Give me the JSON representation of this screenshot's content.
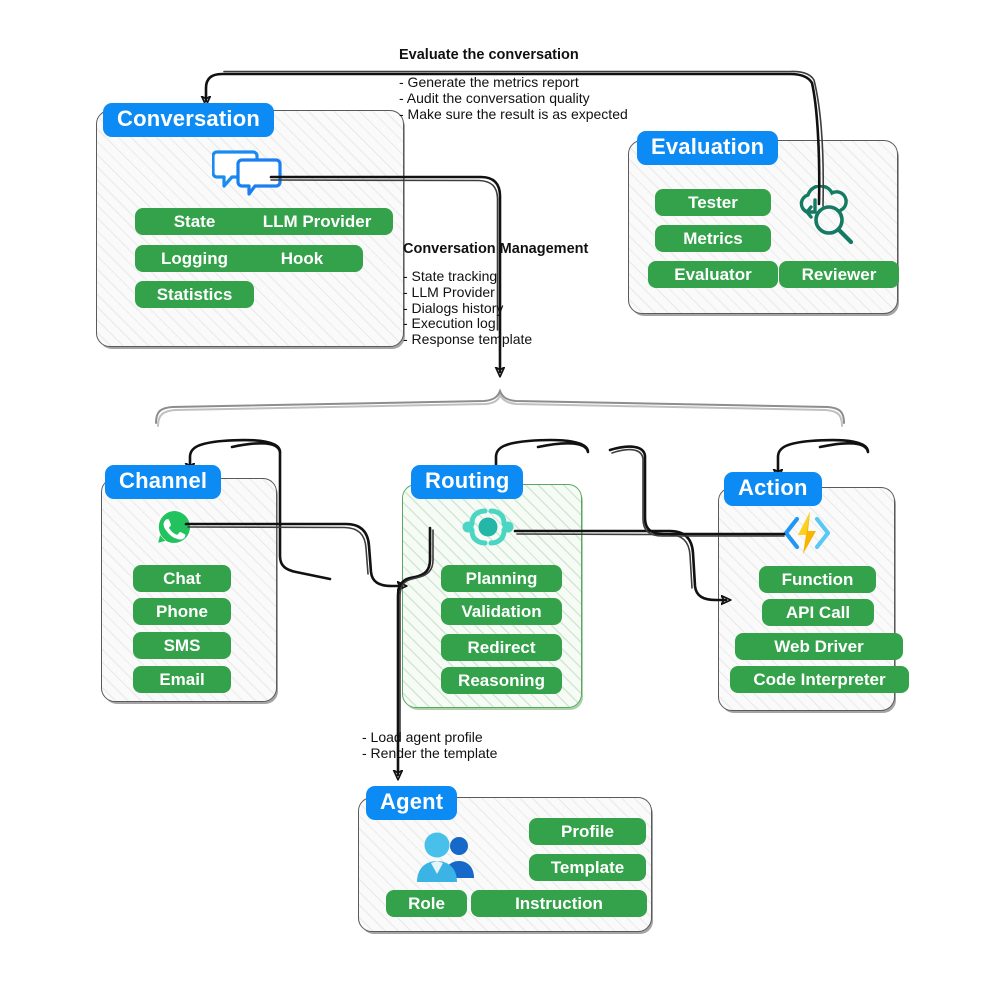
{
  "diagram": {
    "title": "Conversational AI Agent Framework Architecture",
    "colors": {
      "header_blue": "#0d8bf5",
      "pill_green": "#33a24a",
      "panel_border": "#5a5a5a",
      "routing_border": "#5aa85f",
      "connector": "#111111",
      "brace": "#8d8d8d"
    }
  },
  "panels": {
    "conversation": {
      "title": "Conversation",
      "icon": "chat-bubbles-icon",
      "pills": [
        "State",
        "LLM Provider",
        "Logging",
        "Hook",
        "Statistics"
      ]
    },
    "evaluation": {
      "title": "Evaluation",
      "icon": "cloud-magnifier-icon",
      "pills": [
        "Tester",
        "Metrics",
        "Evaluator",
        "Reviewer"
      ]
    },
    "channel": {
      "title": "Channel",
      "icon": "whatsapp-icon",
      "pills": [
        "Chat",
        "Phone",
        "SMS",
        "Email"
      ]
    },
    "routing": {
      "title": "Routing",
      "icon": "routing-node-icon",
      "pills": [
        "Planning",
        "Validation",
        "Redirect",
        "Reasoning"
      ]
    },
    "action": {
      "title": "Action",
      "icon": "code-lightning-icon",
      "pills": [
        "Function",
        "API Call",
        "Web Driver",
        "Code Interpreter"
      ]
    },
    "agent": {
      "title": "Agent",
      "icon": "users-icon",
      "pills": [
        "Profile",
        "Template",
        "Role",
        "Instruction"
      ]
    }
  },
  "annotations": {
    "evaluate": {
      "title": "Evaluate the conversation",
      "items": [
        "- Generate the metrics report",
        "- Audit the conversation quality",
        "- Make sure the result is as expected"
      ]
    },
    "conversation_management": {
      "title": "Conversation Management",
      "items": [
        "- State tracking",
        "- LLM Provider",
        "- Dialogs history",
        "- Execution log",
        "- Response template"
      ]
    },
    "agent_notes": {
      "title": "",
      "items": [
        "- Load agent profile",
        "- Render the template"
      ]
    }
  }
}
